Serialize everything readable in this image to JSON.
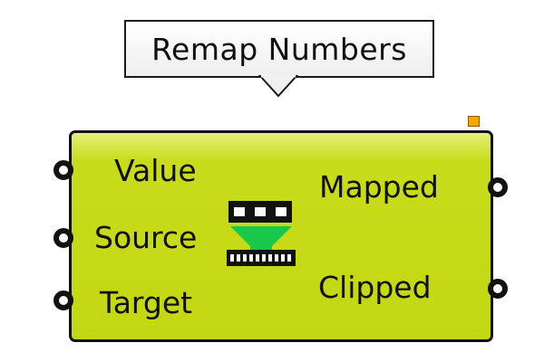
{
  "tooltip": {
    "text": "Remap Numbers"
  },
  "component": {
    "inputs": [
      {
        "label": "Value"
      },
      {
        "label": "Source"
      },
      {
        "label": "Target"
      }
    ],
    "outputs": [
      {
        "label": "Mapped"
      },
      {
        "label": "Clipped"
      }
    ],
    "icon": "remap-numbers-icon",
    "colors": {
      "body_top": "#e3f07a",
      "body": "#c3d713",
      "icon_green": "#19c84b",
      "outline": "#121212",
      "warning": "#f5a800"
    }
  }
}
